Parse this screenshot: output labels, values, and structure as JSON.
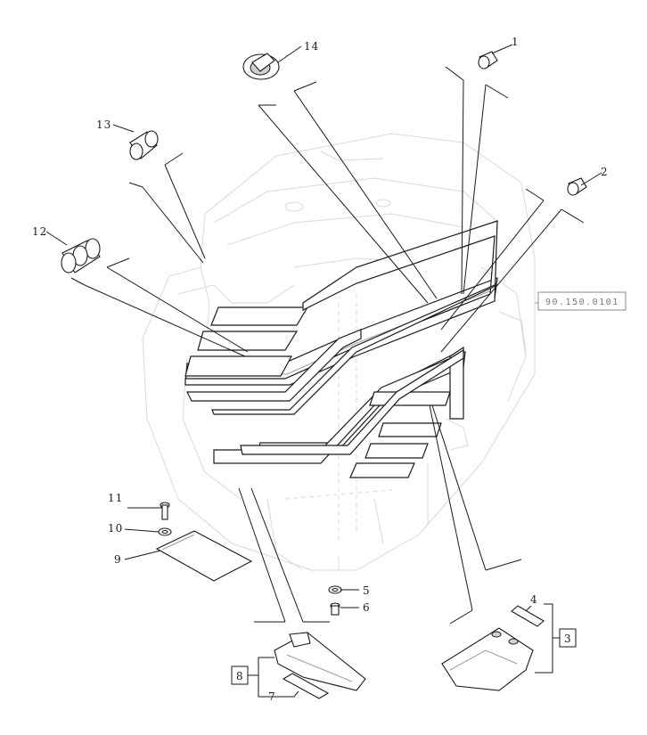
{
  "callouts": {
    "c1": "1",
    "c2": "2",
    "c3": "3",
    "c4": "4",
    "c5": "5",
    "c6": "6",
    "c7": "7",
    "c8": "8",
    "c9": "9",
    "c10": "10",
    "c11": "11",
    "c12": "12",
    "c13": "13",
    "c14": "14"
  },
  "reference": "90.150.0101"
}
